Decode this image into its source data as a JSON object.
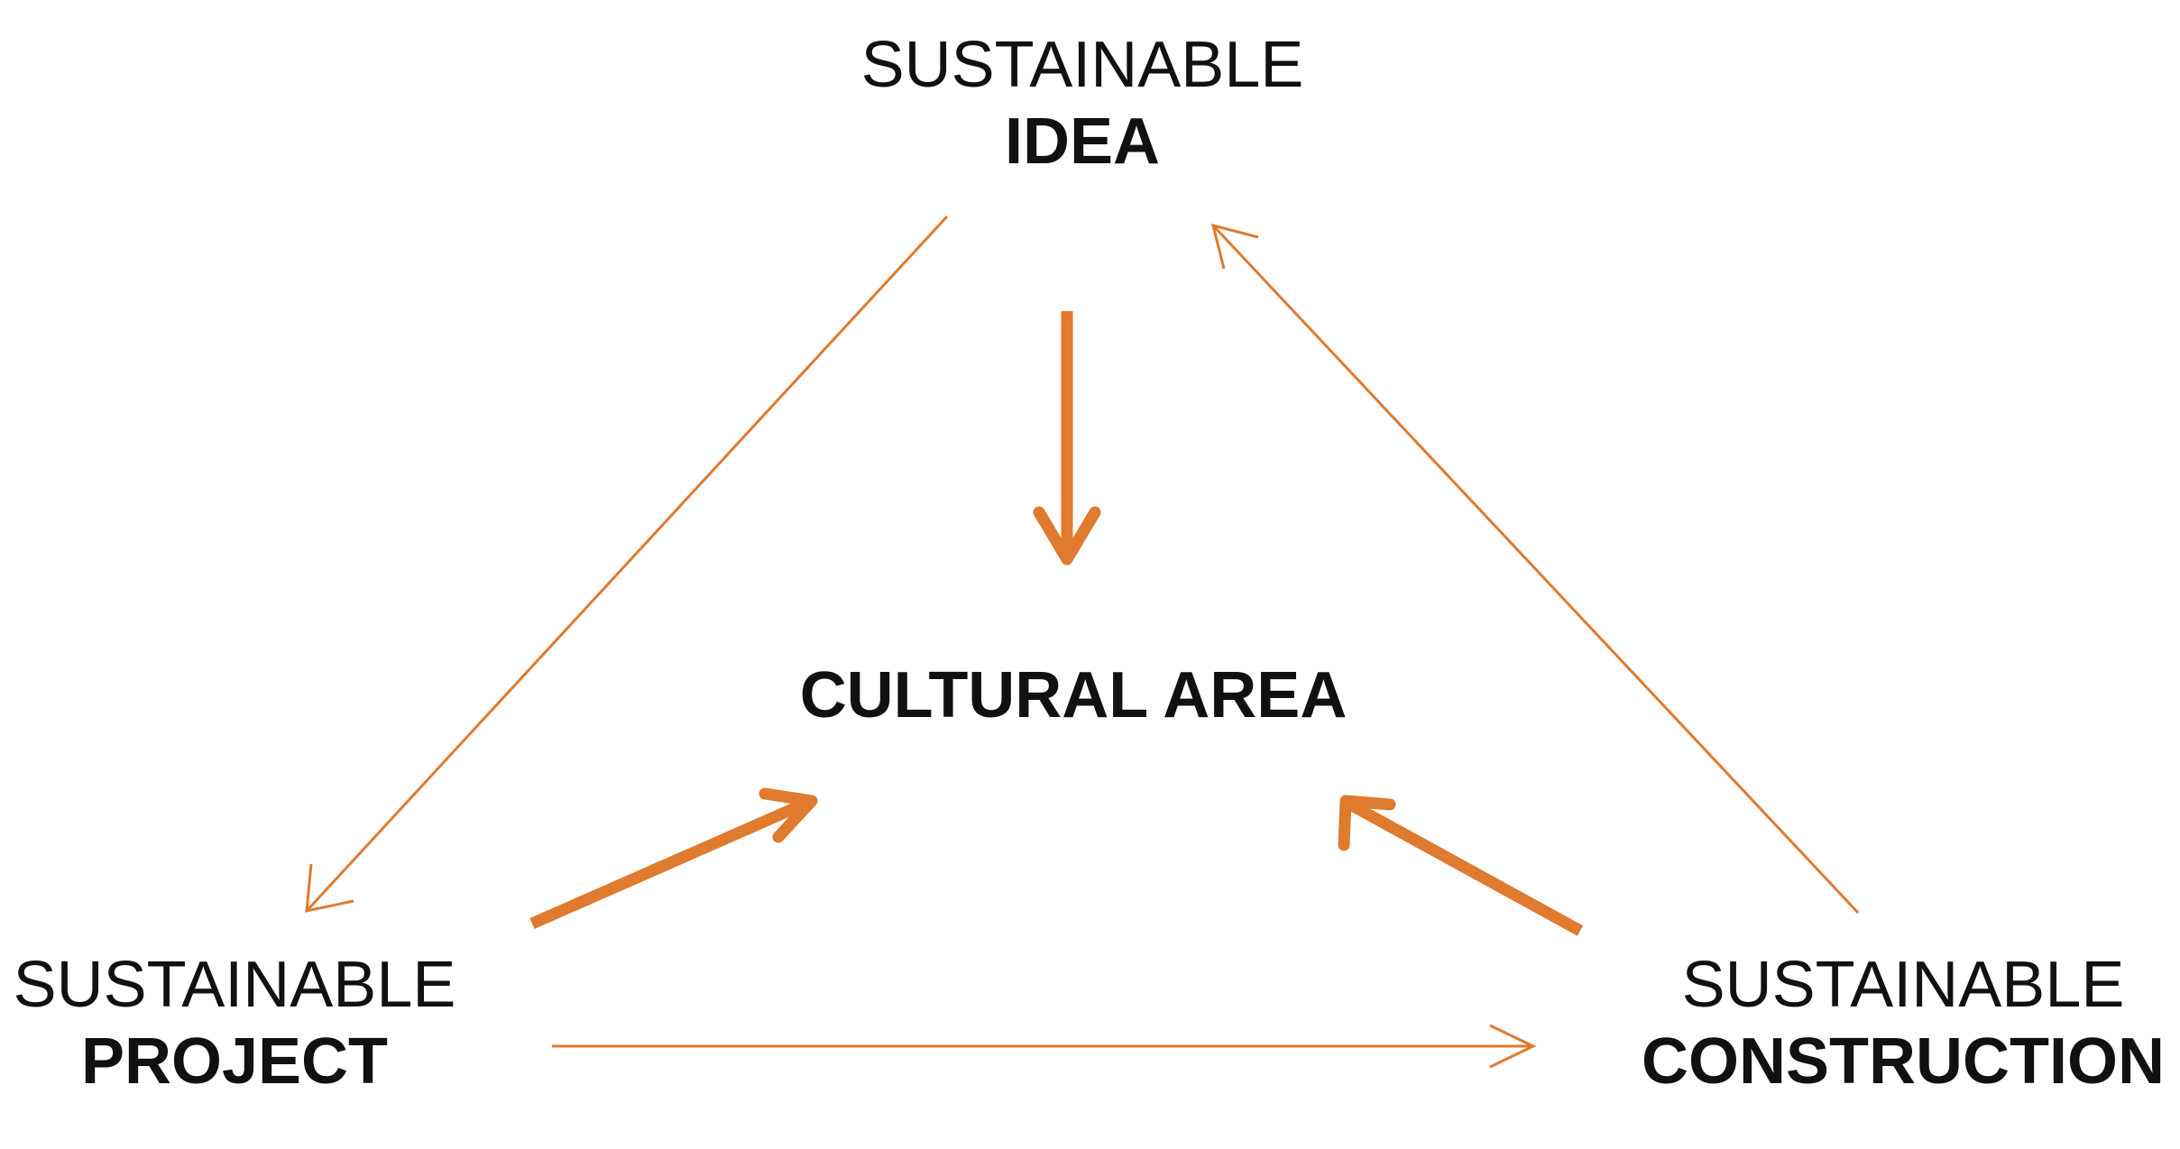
{
  "nodes": {
    "idea": {
      "top": "SUSTAINABLE",
      "bottom": "IDEA"
    },
    "project": {
      "top": "SUSTAINABLE",
      "bottom": "PROJECT"
    },
    "construction": {
      "top": "SUSTAINABLE",
      "bottom": "CONSTRUCTION"
    }
  },
  "center": {
    "label": "CULTURAL AREA"
  },
  "edges": [
    {
      "from": "idea",
      "to": "project",
      "style": "thin"
    },
    {
      "from": "project",
      "to": "construction",
      "style": "thin"
    },
    {
      "from": "construction",
      "to": "idea",
      "style": "thin"
    },
    {
      "from": "idea",
      "to": "center",
      "style": "thick"
    },
    {
      "from": "project",
      "to": "center",
      "style": "thick"
    },
    {
      "from": "construction",
      "to": "center",
      "style": "thick"
    }
  ],
  "colors": {
    "arrow": "#E07A2E",
    "text": "#111111"
  }
}
